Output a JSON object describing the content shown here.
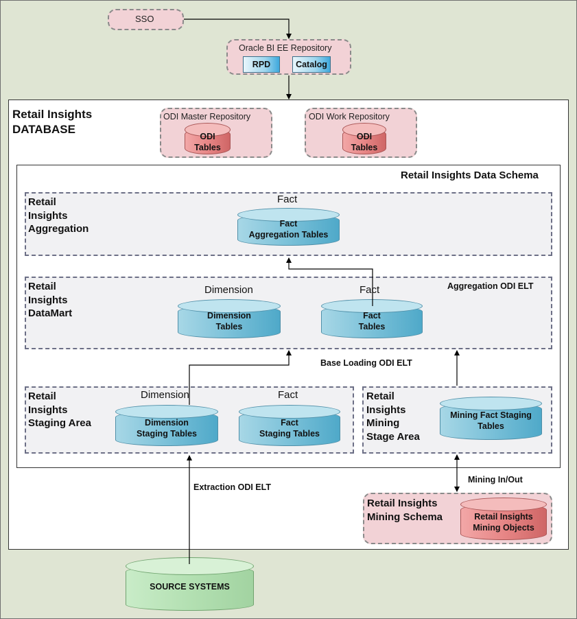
{
  "sso": "SSO",
  "obiee": {
    "title": "Oracle BI EE Repository",
    "rpd": "RPD",
    "catalog": "Catalog"
  },
  "database": {
    "title": "Retail Insights\nDATABASE"
  },
  "odi_master": {
    "title": "ODI Master Repository",
    "tables": "ODI\nTables"
  },
  "odi_work": {
    "title": "ODI Work Repository",
    "tables": "ODI\nTables"
  },
  "schema": {
    "title": "Retail Insights Data Schema"
  },
  "aggregation": {
    "title": "Retail\nInsights\nAggregation",
    "fact_label": "Fact",
    "fact_tables": "Fact\nAggregation Tables"
  },
  "datamart": {
    "title": "Retail\nInsights\nDataMart",
    "dim_label": "Dimension",
    "dim_tables": "Dimension\nTables",
    "fact_label": "Fact",
    "fact_tables": "Fact\nTables",
    "elt": "Aggregation ODI ELT"
  },
  "base_loading": "Base Loading ODI ELT",
  "staging": {
    "title": "Retail\nInsights\nStaging Area",
    "dim_label": "Dimension",
    "dim_tables": "Dimension\nStaging Tables",
    "fact_label": "Fact",
    "fact_tables": "Fact\nStaging Tables"
  },
  "mining_stage": {
    "title": "Retail\nInsights\nMining\nStage Area",
    "tables": "Mining Fact Staging\nTables"
  },
  "mining_inout": "Mining In/Out",
  "extraction": "Extraction ODI ELT",
  "mining_schema": {
    "title": "Retail Insights\nMining Schema",
    "objects": "Retail Insights\nMining Objects"
  },
  "source": "SOURCE SYSTEMS",
  "colors": {
    "pink_box": "#f2d2d6",
    "blue_cyl": "#7fc3da",
    "red_cyl": "#e78686",
    "green_cyl": "#b3e0b2",
    "group_bg": "#f1f1f3",
    "background": "#dfe5d3"
  }
}
